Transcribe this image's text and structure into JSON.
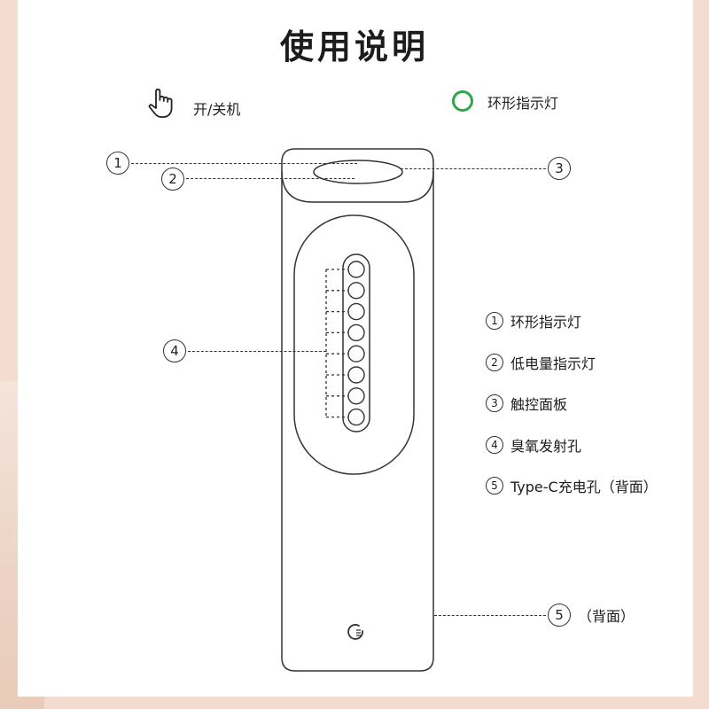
{
  "title": "使用说明",
  "top_legend": {
    "power_label": "开/关机",
    "power_icon": "hand-pointer-icon",
    "ring_label": "环形指示灯",
    "ring_icon": "ring-light-icon",
    "ring_color": "#2ea84a"
  },
  "callouts": {
    "c1": "1",
    "c2": "2",
    "c3": "3",
    "c4": "4",
    "c5": "5"
  },
  "parts": [
    {
      "num": "1",
      "label": "环形指示灯"
    },
    {
      "num": "2",
      "label": "低电量指示灯"
    },
    {
      "num": "3",
      "label": "触控面板"
    },
    {
      "num": "4",
      "label": "臭氧发射孔"
    },
    {
      "num": "5",
      "label": "Type-C充电孔（背面）"
    }
  ],
  "back_label": "（背面）",
  "device": {
    "hole_count": 8,
    "button_icon": "power-button-icon"
  }
}
